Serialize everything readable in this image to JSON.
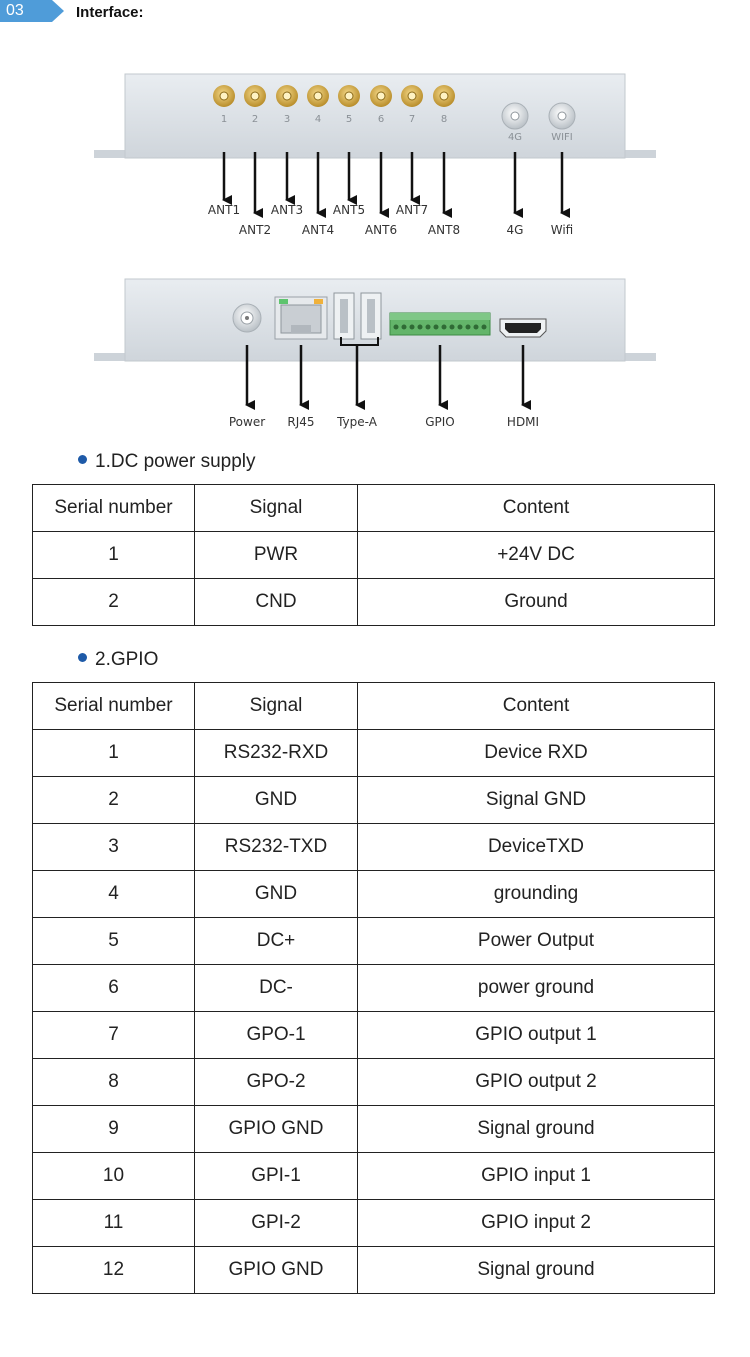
{
  "section": {
    "number": "03",
    "title": "Interface:",
    "accent_color": "#4f9cd9"
  },
  "front_panel": {
    "antenna_port_numbers": [
      "1",
      "2",
      "3",
      "4",
      "5",
      "6",
      "7",
      "8"
    ],
    "extra_ports": [
      "4G",
      "WIFI"
    ],
    "callouts_row1": [
      "ANT1",
      "ANT3",
      "ANT5",
      "ANT7"
    ],
    "callouts_row2": [
      "ANT2",
      "ANT4",
      "ANT6",
      "ANT8",
      "4G",
      "Wifi"
    ]
  },
  "rear_panel": {
    "callouts": [
      "Power",
      "RJ45",
      "Type-A",
      "GPIO",
      "HDMI"
    ]
  },
  "dc_power": {
    "heading": "1.DC power supply",
    "headers": [
      "Serial number",
      "Signal",
      "Content"
    ],
    "rows": [
      [
        "1",
        "PWR",
        "+24V DC"
      ],
      [
        "2",
        "CND",
        "Ground"
      ]
    ]
  },
  "gpio": {
    "heading": "2.GPIO",
    "headers": [
      "Serial number",
      "Signal",
      "Content"
    ],
    "rows": [
      [
        "1",
        "RS232-RXD",
        "Device RXD"
      ],
      [
        "2",
        "GND",
        "Signal GND"
      ],
      [
        "3",
        "RS232-TXD",
        "DeviceTXD"
      ],
      [
        "4",
        "GND",
        "grounding"
      ],
      [
        "5",
        "DC+",
        "Power Output"
      ],
      [
        "6",
        "DC-",
        "power ground"
      ],
      [
        "7",
        "GPO-1",
        "GPIO output 1"
      ],
      [
        "8",
        "GPO-2",
        "GPIO output 2"
      ],
      [
        "9",
        "GPIO GND",
        "Signal ground"
      ],
      [
        "10",
        "GPI-1",
        "GPIO input 1"
      ],
      [
        "11",
        "GPI-2",
        "GPIO input 2"
      ],
      [
        "12",
        "GPIO GND",
        "Signal ground"
      ]
    ]
  }
}
